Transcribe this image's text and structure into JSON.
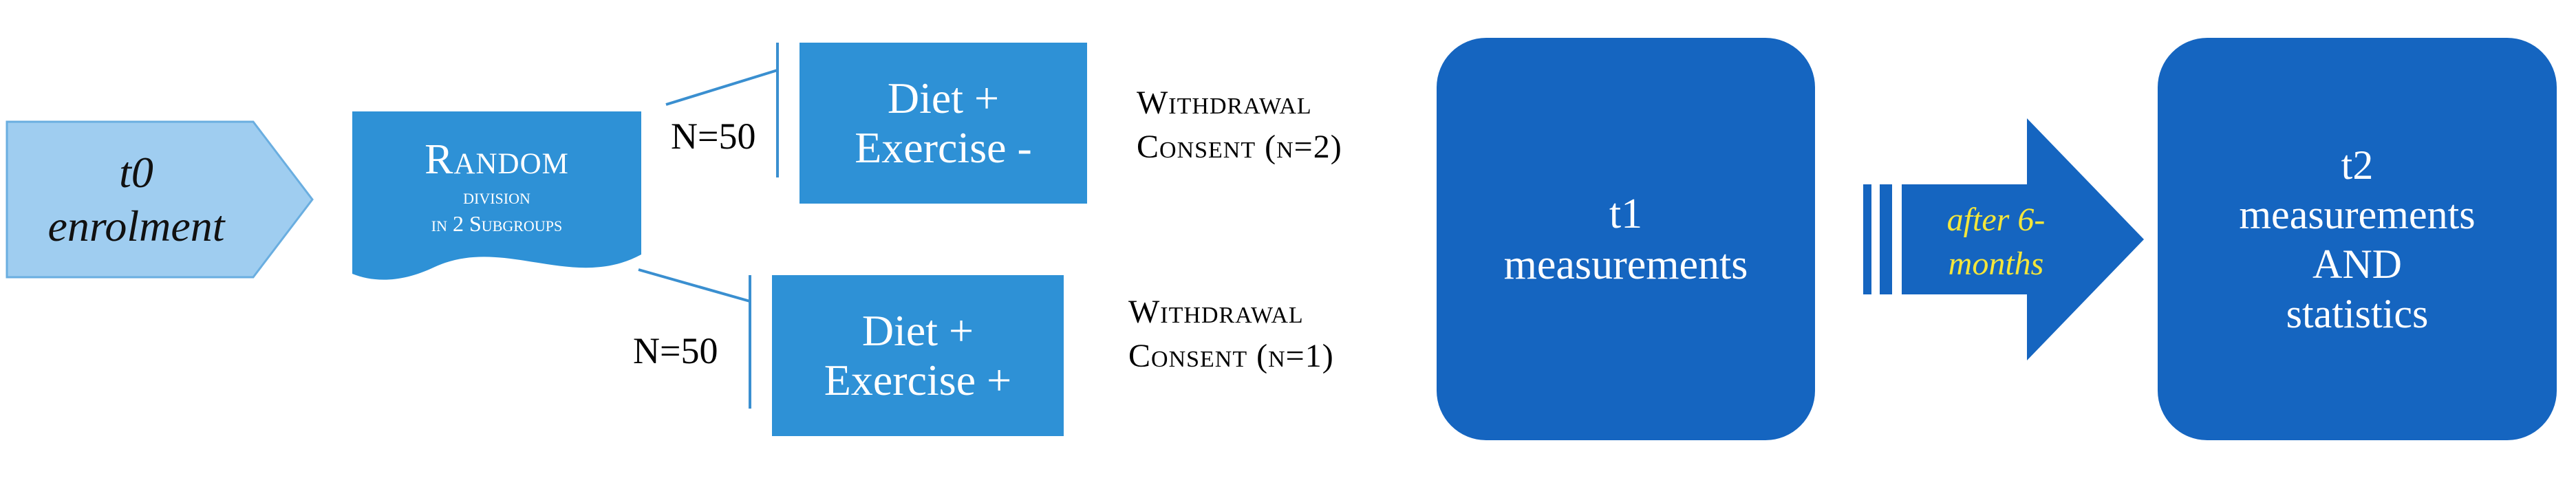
{
  "t0": {
    "line1": "t0",
    "line2": "enrolment"
  },
  "random": {
    "title": "Random",
    "line2": "division",
    "line3": "in 2 Subgroups"
  },
  "branches": [
    {
      "n_label": "N=50",
      "group_line1": "Diet +",
      "group_line2": "Exercise -",
      "withdrawal_line1": "Withdrawal",
      "withdrawal_line2": "Consent (n=2)"
    },
    {
      "n_label": "N=50",
      "group_line1": "Diet +",
      "group_line2": "Exercise +",
      "withdrawal_line1": "Withdrawal",
      "withdrawal_line2": "Consent (n=1)"
    }
  ],
  "t1": {
    "line1": "t1",
    "line2": "measurements"
  },
  "arrow": {
    "line1": "after 6-",
    "line2": "months"
  },
  "t2": {
    "line1": "t2",
    "line2": "measurements",
    "line3": "AND",
    "line4": "statistics"
  },
  "colors": {
    "light_blue": "#9fcdf0",
    "mid_blue": "#2e91d6",
    "dark_blue": "#1565c0",
    "arrow_text": "#f4e63a",
    "connector": "#3a8fd0"
  }
}
